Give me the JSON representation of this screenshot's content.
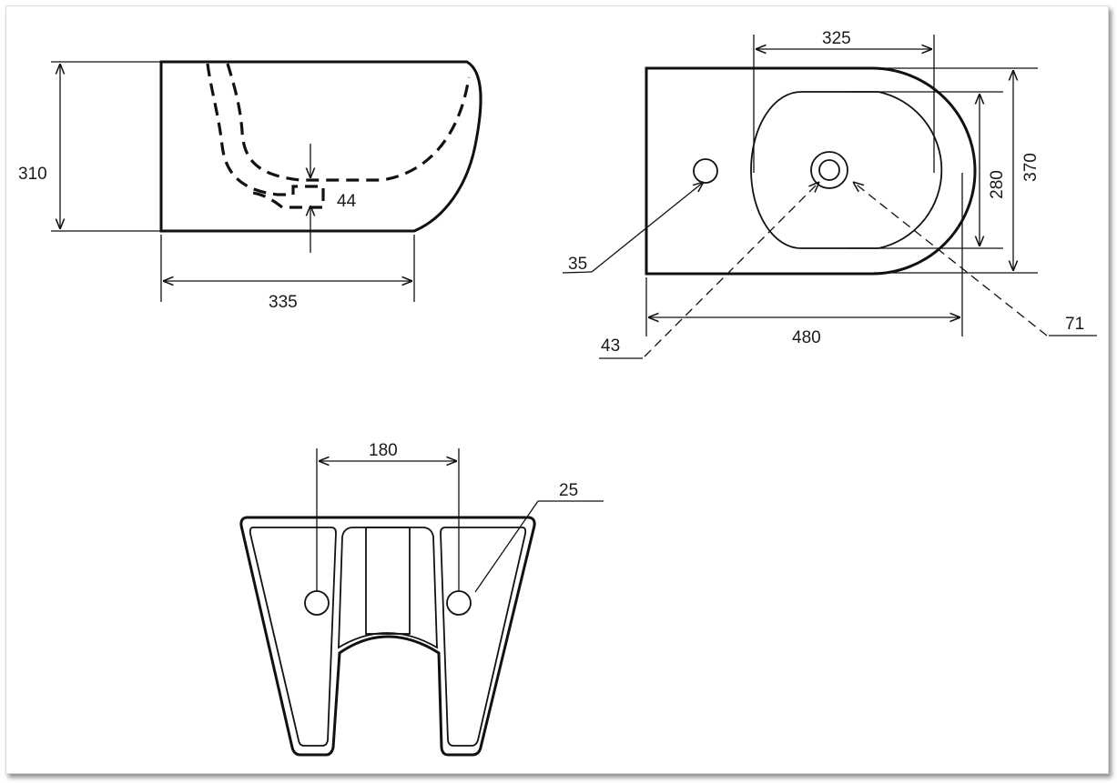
{
  "side_view": {
    "height": "310",
    "length": "335",
    "drop": "44"
  },
  "top_view": {
    "bowl_length": "325",
    "width": "370",
    "bowl_width": "280",
    "length": "480",
    "tap_hole": "35",
    "drain_outer": "43",
    "drain_inner": "71"
  },
  "back_view": {
    "fixing_spacing": "180",
    "fixing_hole": "25"
  }
}
